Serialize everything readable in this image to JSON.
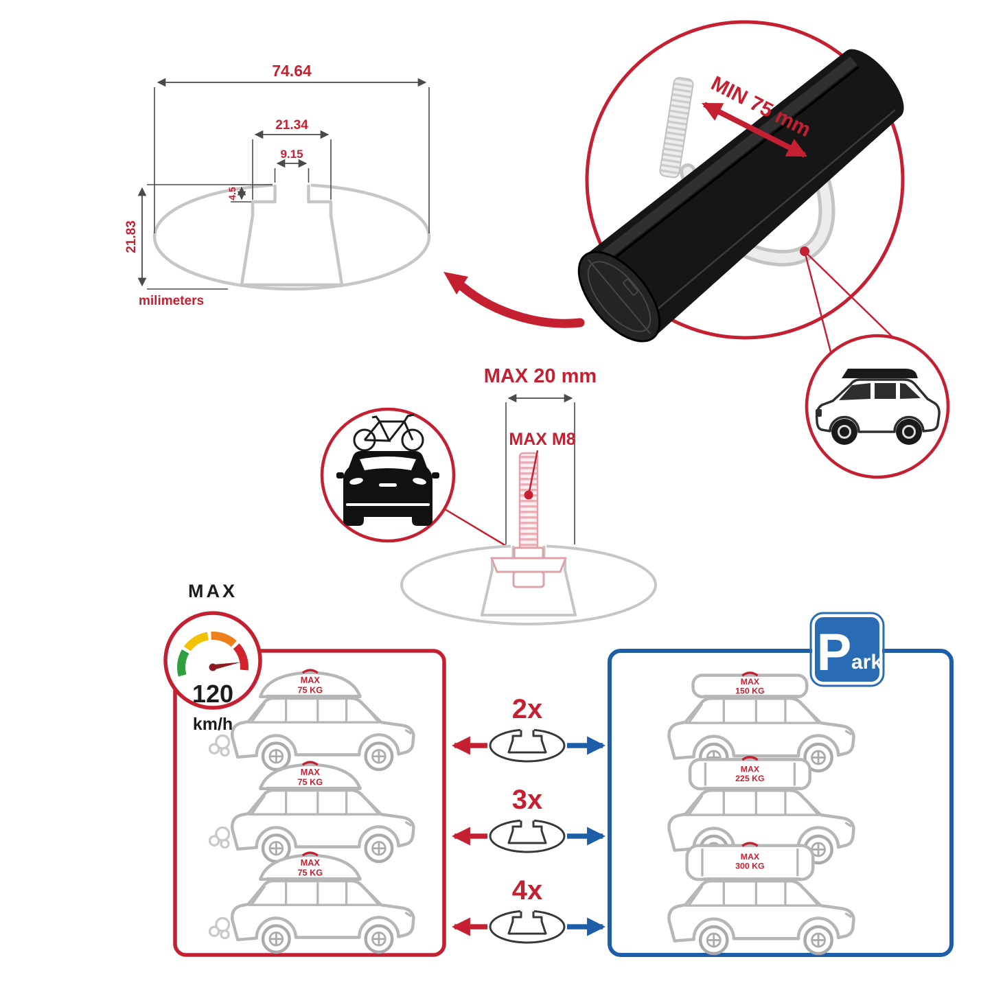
{
  "colors": {
    "accent_red": "#c52032",
    "accent_blue": "#1e5da8",
    "sign_blue": "#2a6cb4",
    "outline_gray": "#b6b6b6",
    "bar_black": "#161616"
  },
  "dimension_diagram": {
    "total_width": "74.64",
    "step_width": "21.34",
    "slot_width": "9.15",
    "step_depth": "4.5",
    "total_height": "21.83",
    "unit_label": "milimeters"
  },
  "bar_detail": {
    "min_clamp_label": "MIN 75 mm"
  },
  "bolt_detail": {
    "max_length_label": "MAX 20 mm",
    "max_thread_label": "MAX M8"
  },
  "speed_limit": {
    "title": "MAX",
    "value": "120",
    "unit": "km/h"
  },
  "driving_panel": {
    "cars": [
      {
        "load_title": "MAX",
        "load_value": "75 KG"
      },
      {
        "load_title": "MAX",
        "load_value": "75 KG"
      },
      {
        "load_title": "MAX",
        "load_value": "75 KG"
      }
    ]
  },
  "multipliers": [
    {
      "label": "2x"
    },
    {
      "label": "3x"
    },
    {
      "label": "4x"
    }
  ],
  "parking_panel": {
    "sign_letter": "P",
    "sign_suffix": "ark",
    "cars": [
      {
        "load_title": "MAX",
        "load_value": "150 KG"
      },
      {
        "load_title": "MAX",
        "load_value": "225 KG"
      },
      {
        "load_title": "MAX",
        "load_value": "300 KG"
      }
    ]
  },
  "icons": {
    "crossbar_cross_section": "ellipse-profile-shape",
    "crossbar_3d": "black-aero-bar",
    "u_bolt": "threaded-u-clamp",
    "suv_with_roofbox": "suv-side-silhouette",
    "car_with_bike": "car-front-with-bicycle",
    "speedometer": "gauge-dial",
    "parking_sign": "blue-p-square",
    "roof_cargo": "rooftop-box"
  }
}
